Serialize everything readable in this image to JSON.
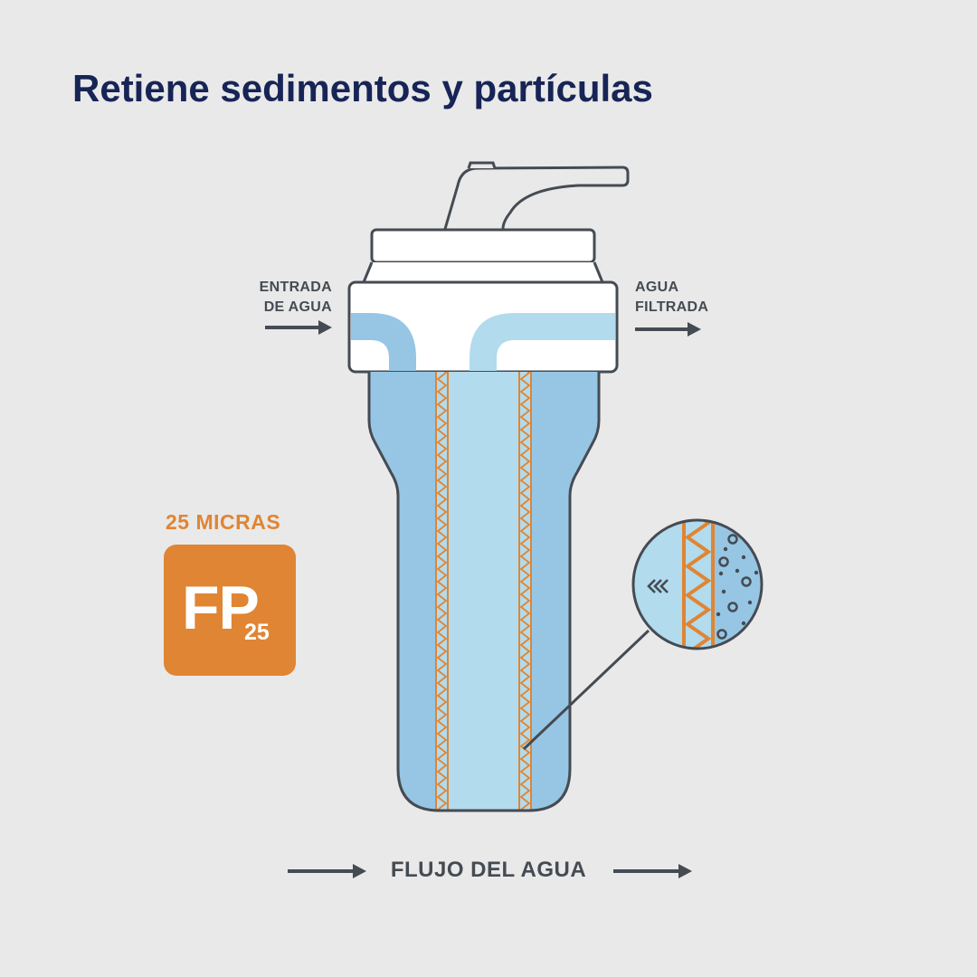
{
  "title": "Retiene sedimentos y partículas",
  "inlet": {
    "line1": "ENTRADA",
    "line2": "DE AGUA"
  },
  "outlet": {
    "line1": "AGUA",
    "line2": "FILTRADA"
  },
  "flow": {
    "label": "FLUJO DEL AGUA"
  },
  "rating": {
    "micron_label": "25 MICRAS",
    "code": "FP",
    "code_subscript": "25"
  },
  "colors": {
    "background": "#e9e9e9",
    "title": "#172456",
    "text": "#454b53",
    "outline": "#454b53",
    "housing_water": "#96c6e4",
    "inner_water": "#b2dbed",
    "cartridge_accent": "#e08533",
    "badge": "#e08533",
    "cap": "#ffffff"
  },
  "icons": {
    "inlet_arrow": "right-arrow-icon",
    "outlet_arrow": "right-arrow-icon",
    "flow_arrows": "right-arrow-icon",
    "magnifier_flow": "triple-chevron-left-icon",
    "particles": "particle-dots-icon"
  }
}
